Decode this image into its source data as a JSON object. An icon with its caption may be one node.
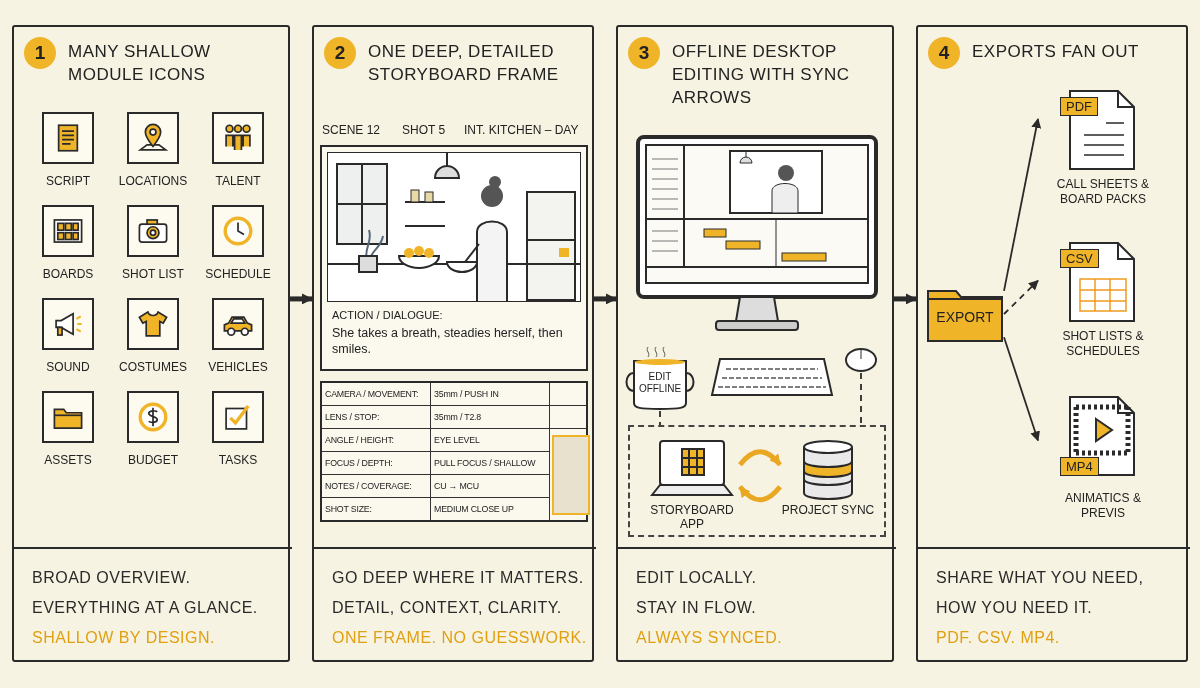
{
  "diagram": {
    "nodes": [
      {
        "text": [
          "1",
          "MANY SHALLOW MODULE ICONS"
        ]
      },
      {
        "text": [
          "SCRIPT"
        ],
        "in": 0
      },
      {
        "text": [
          "LOCATIONS"
        ],
        "in": 0
      },
      {
        "text": [
          "TALENT"
        ],
        "in": 0
      },
      {
        "text": [
          "BOARDS"
        ],
        "in": 0
      },
      {
        "text": [
          "SHOT LIST"
        ],
        "in": 0
      },
      {
        "text": [
          "SCHEDULE"
        ],
        "in": 0
      },
      {
        "text": [
          "SOUND"
        ],
        "in": 0
      },
      {
        "text": [
          "COSTUMES"
        ],
        "in": 0
      },
      {
        "text": [
          "VEHICLES"
        ],
        "in": 0
      },
      {
        "text": [
          "ASSETS"
        ],
        "in": 0
      },
      {
        "text": [
          "BUDGET"
        ],
        "in": 0
      },
      {
        "text": [
          "TASKS"
        ],
        "in": 0
      },
      {
        "text": [
          "BROAD OVERVIEW.",
          "EVERYTHING AT A GLANCE.",
          "SHALLOW BY DESIGN."
        ],
        "in": 0
      },
      {
        "text": [
          "2",
          "ONE DEEP, DETAILED STORYBOARD FRAME"
        ]
      },
      {
        "text": [
          "ACTION / DIALOGUE:",
          "She takes a breath, steadies herself, then smiles."
        ],
        "in": 14
      },
      {
        "text": [
          "GO DEEP WHERE IT MATTERS.",
          "DETAIL, CONTEXT, CLARITY.",
          "ONE FRAME. NO GUESSWORK."
        ],
        "in": 14
      },
      {
        "text": [
          "3",
          "OFFLINE DESKTOP EDITING WITH SYNC ARROWS"
        ]
      },
      {
        "text": [],
        "shape": "picture",
        "in": 17
      },
      {
        "text": [
          "EDIT OFFLINE"
        ],
        "in": 17
      },
      {
        "text": [],
        "shape": "picture",
        "in": 17
      },
      {
        "text": [],
        "shape": "box",
        "in": 17
      },
      {
        "text": [
          "STORYBOARD APP"
        ],
        "in": 21
      },
      {
        "text": [
          "PROJECT SYNC"
        ],
        "in": 21
      },
      {
        "text": [
          "EDIT LOCALLY.",
          "STAY IN FLOW.",
          "ALWAYS SYNCED."
        ],
        "in": 17
      },
      {
        "text": [
          "4",
          "EXPORTS FAN OUT"
        ]
      },
      {
        "text": [
          "EXPORT"
        ],
        "in": 25
      },
      {
        "text": [
          "PDF",
          "CALL SHEETS & BOARD PACKS"
        ],
        "in": 25
      },
      {
        "text": [
          "CSV",
          "SHOT LISTS & SCHEDULES"
        ],
        "in": 25
      },
      {
        "text": [
          "MP4",
          "ANIMATICS & PREVIS"
        ],
        "in": 25
      },
      {
        "text": [
          "SHARE WHAT YOU NEED,",
          "HOW YOU NEED IT.",
          "PDF. CSV. MP4."
        ],
        "in": 25
      }
    ],
    "edges": [
      {
        "from": 0,
        "to": 14,
        "arrow": "to",
        "style": "thick"
      },
      {
        "from": 14,
        "to": 17,
        "arrow": "to",
        "style": "thick"
      },
      {
        "from": 17,
        "to": 25,
        "arrow": "to",
        "style": "thick"
      },
      {
        "from": 19,
        "to": 21,
        "arrow": "none",
        "style": "dashed"
      },
      {
        "from": 20,
        "to": 21,
        "arrow": "none",
        "style": "dashed"
      },
      {
        "from": 22,
        "to": 23,
        "arrow": "to",
        "style": "thick",
        "color": "#eaa722"
      },
      {
        "from": 23,
        "to": 22,
        "arrow": "to",
        "style": "thick",
        "color": "#eaa722"
      },
      {
        "from": 26,
        "to": 27,
        "arrow": "to"
      },
      {
        "from": 26,
        "to": 28,
        "arrow": "to",
        "style": "dashed"
      },
      {
        "from": 26,
        "to": 29,
        "arrow": "to"
      }
    ],
    "labels": [
      "SCENE 12",
      "SHOT 5",
      "INT. KITCHEN – DAY",
      "CAMERA / MOVEMENT:",
      "35mm / PUSH IN",
      "LENS / STOP:",
      "35mm / T2.8",
      "ANGLE / HEIGHT:",
      "EYE LEVEL",
      "FOCUS / DEPTH:",
      "PULL FOCUS / SHALLOW",
      "NOTES / COVERAGE:",
      "CU → MCU",
      "SHOT SIZE:",
      "MEDIUM CLOSE UP"
    ]
  }
}
